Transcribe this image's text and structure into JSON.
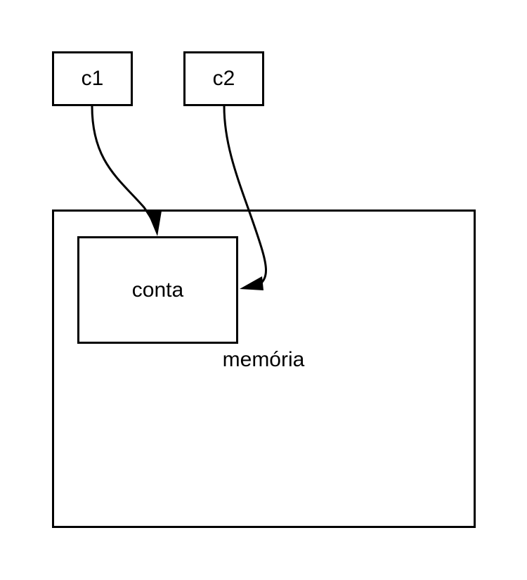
{
  "nodes": {
    "c1": "c1",
    "c2": "c2",
    "conta": "conta",
    "memoria": "memória"
  },
  "colors": {
    "stroke": "#000000",
    "background": "#ffffff"
  }
}
